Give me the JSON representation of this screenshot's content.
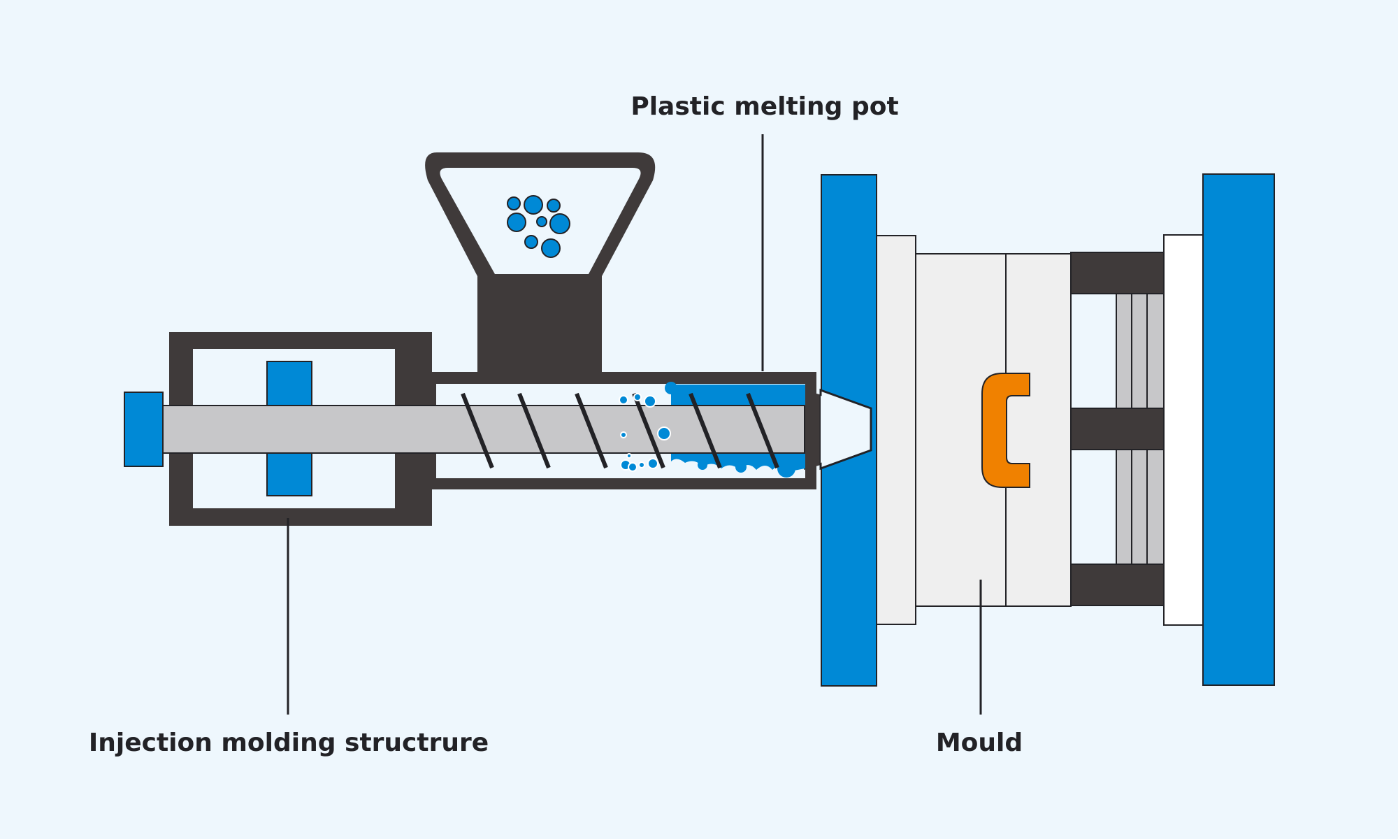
{
  "labels": {
    "melting_pot": "Plastic melting pot",
    "injection": "Injection molding structrure",
    "mould": "Mould"
  },
  "colors": {
    "background": "#eef7fd",
    "dark": "#3f3a3a",
    "blue": "#0089d6",
    "gray": "#c7c7c9",
    "light": "#efefef",
    "orange": "#f08100",
    "line": "#222226"
  }
}
